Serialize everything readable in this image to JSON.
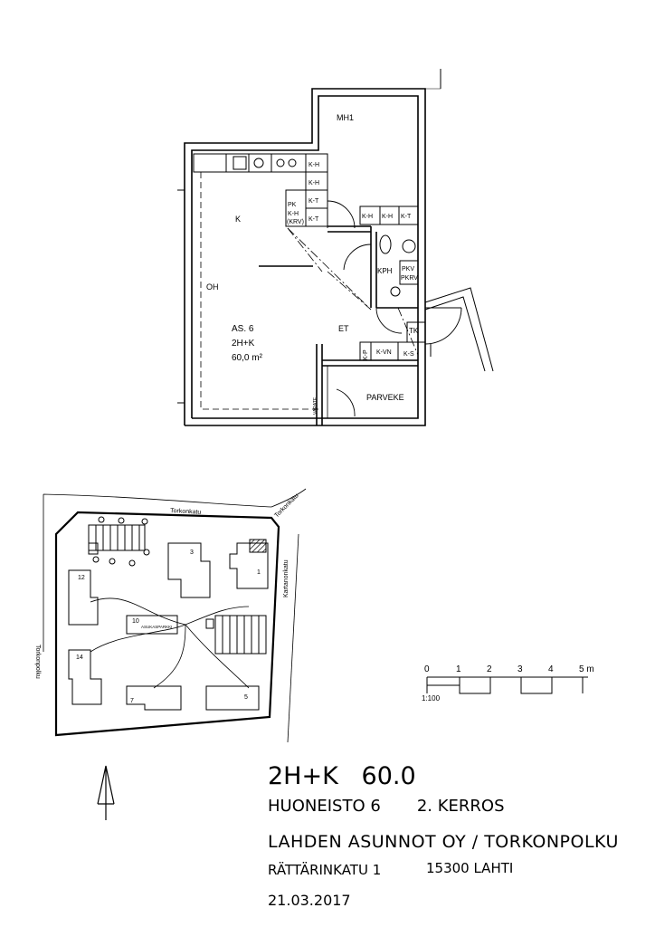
{
  "floorplan": {
    "rooms": {
      "mh1": "MH1",
      "k": "K",
      "oh": "OH",
      "kph": "KPH",
      "et": "ET",
      "parveke": "PARVEKE",
      "tk": "TK"
    },
    "apartment": {
      "name": "AS. 6",
      "type": "2H+K",
      "area": "60,0 m²"
    },
    "cabinets": {
      "kh1": "K-H",
      "kh2": "K-H",
      "kt1": "K-T",
      "kt2": "K-T",
      "pk": "PK",
      "kh_krv": "K-H",
      "krv": "(KRV)",
      "kh3": "K-H",
      "kh4": "K-H",
      "kt3": "K-T",
      "pkv": "PKV",
      "pkrv": "PKRV",
      "kp": "K-P",
      "kvn": "K-VN",
      "ks": "K-S",
      "varate": "VARATE"
    }
  },
  "siteplan": {
    "streets": {
      "north": "Torkonkatu",
      "northeast": "Torkonkatu",
      "east": "Kartanonkatu",
      "west": "Torkonpolku"
    },
    "buildings": [
      "1",
      "3",
      "5",
      "7",
      "10",
      "12",
      "14"
    ],
    "parking_label": "ASUKASPARKKI"
  },
  "scale": {
    "ticks": [
      "0",
      "1",
      "2",
      "3",
      "4",
      "5 m"
    ],
    "ratio": "1:100"
  },
  "titleblock": {
    "type_area": "2H+K   60.0",
    "apartment_floor": "HUONEISTO 6       2. KERROS",
    "company": "LAHDEN ASUNNOT OY / TORKONPOLKU",
    "address": "RÄTTÄRINKATU 1",
    "postal": "15300 LAHTI",
    "date": "21.03.2017"
  }
}
